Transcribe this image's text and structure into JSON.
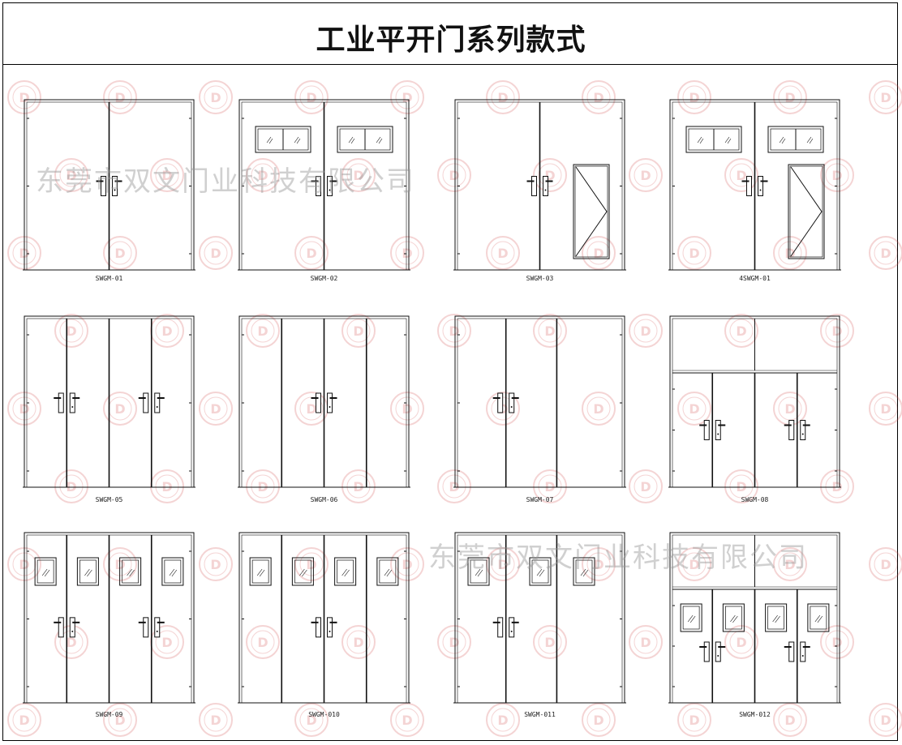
{
  "title": "工业平开门系列款式",
  "watermark": {
    "company": "东莞市双文门业科技有限公司",
    "logo_letter": "D"
  },
  "models": [
    {
      "code": "SWGM-01",
      "leaves": 2,
      "layout": "double",
      "lite": "none",
      "transom": false
    },
    {
      "code": "SWGM-02",
      "leaves": 2,
      "layout": "double",
      "lite": "double-lite",
      "transom": false
    },
    {
      "code": "SWGM-03",
      "leaves": 2,
      "layout": "double",
      "lite": "louver-right",
      "transom": false
    },
    {
      "code": "4SWGM-01",
      "leaves": 2,
      "layout": "double",
      "lite": "double-lite-louver",
      "transom": false
    },
    {
      "code": "SWGM-05",
      "leaves": 4,
      "layout": "two-pairs",
      "lite": "none",
      "transom": false
    },
    {
      "code": "SWGM-06",
      "leaves": 4,
      "layout": "one-pair-center",
      "lite": "none",
      "transom": false
    },
    {
      "code": "SWGM-07",
      "leaves": 3,
      "layout": "unequal",
      "lite": "none",
      "transom": false
    },
    {
      "code": "SWGM-08",
      "leaves": 4,
      "layout": "two-pairs",
      "lite": "none",
      "transom": true
    },
    {
      "code": "SWGM-09",
      "leaves": 4,
      "layout": "two-pairs",
      "lite": "small-windows",
      "transom": false
    },
    {
      "code": "SWGM-010",
      "leaves": 4,
      "layout": "one-pair-center",
      "lite": "small-windows",
      "transom": false
    },
    {
      "code": "SWGM-011",
      "leaves": 3,
      "layout": "unequal",
      "lite": "small-windows",
      "transom": false
    },
    {
      "code": "SWGM-012",
      "leaves": 4,
      "layout": "two-pairs",
      "lite": "small-windows",
      "transom": true
    }
  ]
}
